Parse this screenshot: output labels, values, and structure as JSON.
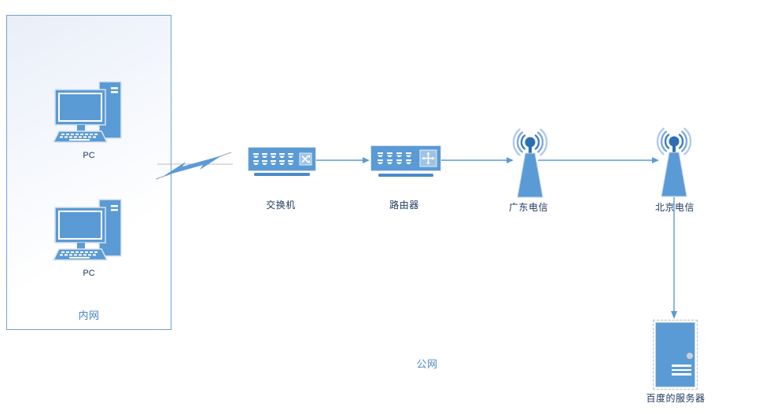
{
  "diagram": {
    "intranet": {
      "label": "内网",
      "pcs": [
        {
          "label": "PC",
          "icon": "pc-icon"
        },
        {
          "label": "PC",
          "icon": "pc-icon"
        }
      ]
    },
    "nodes": {
      "comm_link": {
        "icon": "lightning-link-icon"
      },
      "switch": {
        "label": "交换机",
        "icon": "switch-icon"
      },
      "router": {
        "label": "路由器",
        "icon": "router-icon"
      },
      "telecom_gd": {
        "label": "广东电信",
        "icon": "antenna-icon"
      },
      "telecom_bj": {
        "label": "北京电信",
        "icon": "antenna-icon"
      },
      "server": {
        "label": "百度的服务器",
        "icon": "server-icon",
        "selected": true
      }
    },
    "zone_label": "公网",
    "colors": {
      "device_blue": "#5b9bd5",
      "accent_dark_blue": "#2a6fb5",
      "label_navy": "#1f3a60",
      "zone_label_blue": "#4d89c8",
      "group_border_blue": "#6fa0d4",
      "connector_blue": "#5b9bd5"
    }
  }
}
